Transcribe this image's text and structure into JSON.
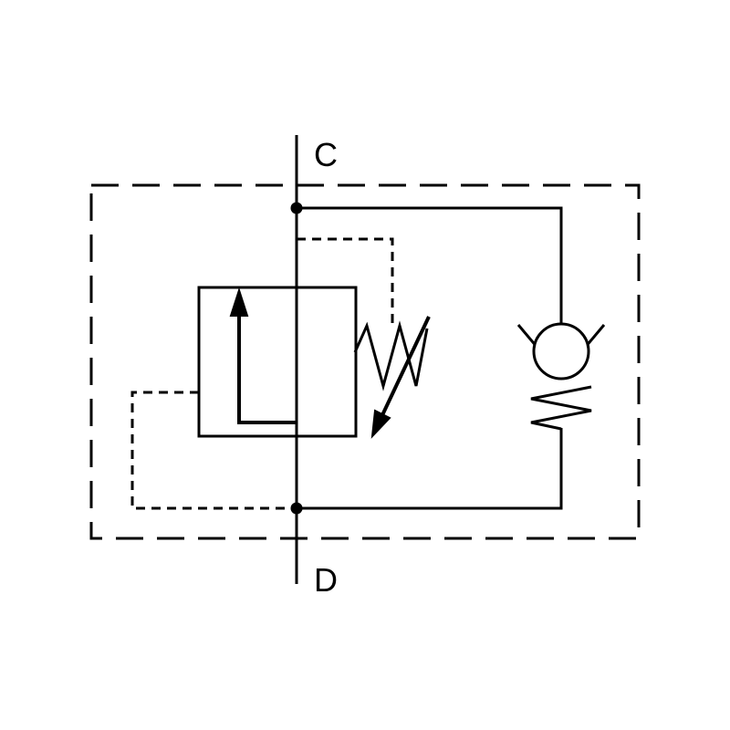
{
  "diagram": {
    "type": "hydraulic-schematic",
    "background_color": "#ffffff",
    "line_color": "#000000",
    "ports": {
      "top_label": "C",
      "bottom_label": "D"
    },
    "components": [
      {
        "name": "enclosure-dashed-boundary",
        "kind": "valve-body-envelope"
      },
      {
        "name": "main-flow-line",
        "kind": "solid-line"
      },
      {
        "name": "relief-valve-envelope",
        "kind": "square-symbol"
      },
      {
        "name": "flow-direction-arrow",
        "kind": "filled-arrow-up"
      },
      {
        "name": "adjustable-spring",
        "kind": "zigzag-spring"
      },
      {
        "name": "adjustment-arrow",
        "kind": "diagonal-filled-arrow"
      },
      {
        "name": "pilot-line-top",
        "kind": "dashed-line"
      },
      {
        "name": "pilot-line-left",
        "kind": "dashed-line"
      },
      {
        "name": "check-valve-branch",
        "kind": "solid-line"
      },
      {
        "name": "check-valve-seat",
        "kind": "v-seat"
      },
      {
        "name": "check-valve-ball",
        "kind": "circle"
      },
      {
        "name": "check-valve-spring",
        "kind": "zigzag-spring"
      },
      {
        "name": "junction-node-top",
        "kind": "filled-dot"
      },
      {
        "name": "junction-node-bottom",
        "kind": "filled-dot"
      }
    ]
  }
}
